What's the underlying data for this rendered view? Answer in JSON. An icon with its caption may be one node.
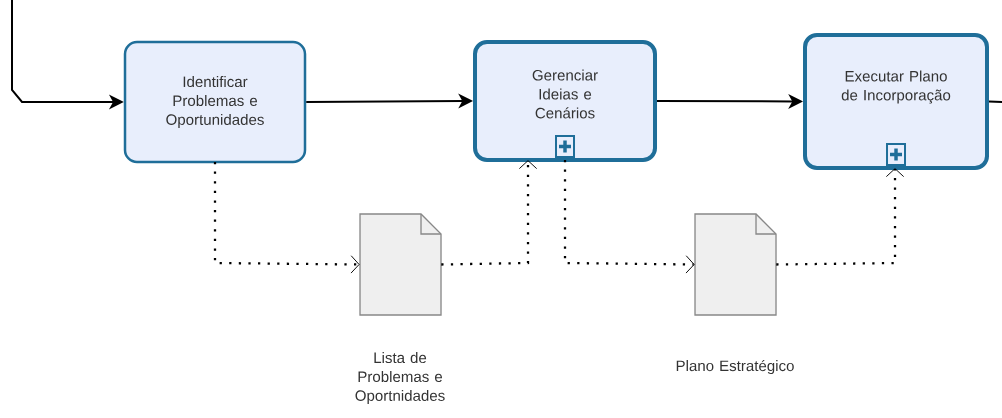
{
  "diagram": {
    "nodes": [
      {
        "text": [
          "Identificar Problemas e Oportunidades"
        ]
      },
      {
        "text": [
          "Gerenciar Ideias e Cenários"
        ]
      },
      {
        "text": [
          "Executar Plano de Incorporação"
        ]
      },
      {
        "text": [
          "Lista de Problemas e Oportnidades"
        ]
      },
      {
        "text": [
          "Plano Estratégico"
        ]
      }
    ],
    "edges": [
      {
        "from": null,
        "to": 0,
        "arrow": "to"
      },
      {
        "from": 0,
        "to": 1,
        "arrow": "to"
      },
      {
        "from": 1,
        "to": 2,
        "arrow": "to"
      },
      {
        "from": 2,
        "to": null,
        "arrow": "none"
      },
      {
        "from": 0,
        "to": 3,
        "arrow": "to",
        "style": "dashed"
      },
      {
        "from": 3,
        "to": 1,
        "arrow": "to",
        "style": "dashed"
      },
      {
        "from": 1,
        "to": 4,
        "arrow": "to",
        "style": "dashed"
      },
      {
        "from": 4,
        "to": 2,
        "arrow": "to",
        "style": "dashed"
      }
    ]
  }
}
